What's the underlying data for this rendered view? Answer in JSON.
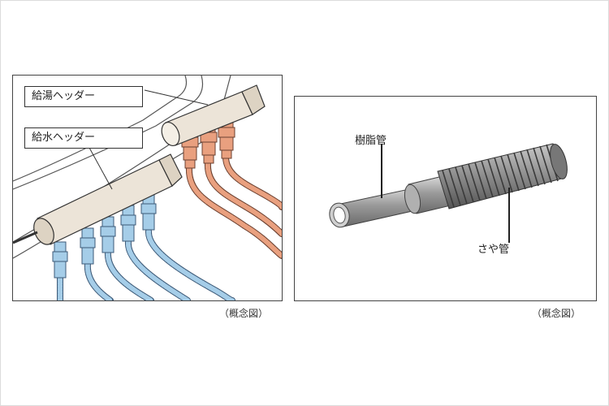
{
  "left_figure": {
    "hot_header_label": "給湯ヘッダー",
    "cold_header_label": "給水ヘッダー",
    "caption": "（概念図）",
    "hot_pipe_color": "#e9a07f",
    "cold_pipe_color": "#a5cde8",
    "header_color": "#ece4d8"
  },
  "right_figure": {
    "resin_pipe_label": "樹脂管",
    "sleeve_pipe_label": "さや管",
    "caption": "（概念図）",
    "pipe_color": "#9a9a9a"
  }
}
